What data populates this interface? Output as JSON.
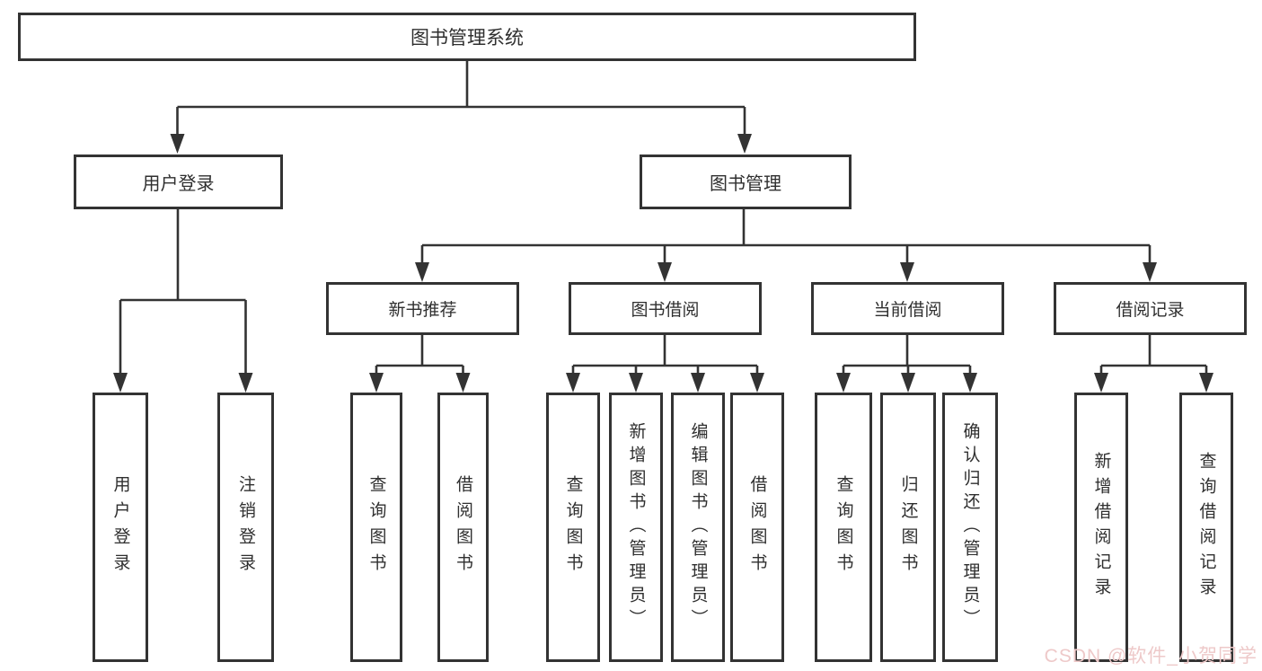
{
  "diagram": {
    "nodes": {
      "root": "图书管理系统",
      "user_login": "用户登录",
      "book_mgmt": "图书管理",
      "new_book_rec": "新书推荐",
      "book_borrow": "图书借阅",
      "current_borrow": "当前借阅",
      "borrow_records": "借阅记录",
      "leaf_user_login": "用户登录",
      "leaf_logout": "注销登录",
      "leaf_nb_query_book": "查询图书",
      "leaf_nb_borrow_book": "借阅图书",
      "leaf_bb_query_book": "查询图书",
      "leaf_bb_add_book": "新增图书（管理员）",
      "leaf_bb_edit_book": "编辑图书（管理员）",
      "leaf_bb_borrow_book": "借阅图书",
      "leaf_cb_query_book": "查询图书",
      "leaf_cb_return_book": "归还图书",
      "leaf_cb_confirm_return": "确认归还（管理员）",
      "leaf_br_add_record": "新增借阅记录",
      "leaf_br_query_record": "查询借阅记录"
    }
  },
  "watermark": {
    "text": "CSDN @软件_小贺同学"
  },
  "colors": {
    "line": "#333333",
    "box_border": "#333333",
    "text": "#2f2f2f",
    "background": "#ffffff",
    "watermark": "#eec9c9"
  }
}
